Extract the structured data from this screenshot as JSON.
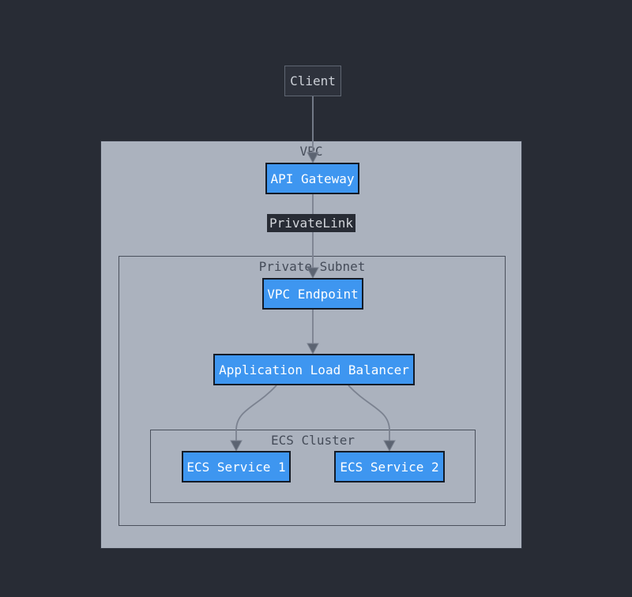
{
  "diagram": {
    "type": "architecture-flowchart",
    "containers": {
      "vpc": {
        "label": "VPC"
      },
      "private_subnet": {
        "label": "Private Subnet"
      },
      "ecs_cluster": {
        "label": "ECS Cluster"
      }
    },
    "nodes": {
      "client": {
        "label": "Client"
      },
      "api_gateway": {
        "label": "API Gateway"
      },
      "vpc_endpoint": {
        "label": "VPC Endpoint"
      },
      "alb": {
        "label": "Application Load Balancer"
      },
      "ecs_service_1": {
        "label": "ECS Service 1"
      },
      "ecs_service_2": {
        "label": "ECS Service 2"
      }
    },
    "edges": [
      {
        "from": "Client",
        "to": "API Gateway",
        "label": ""
      },
      {
        "from": "API Gateway",
        "to": "VPC Endpoint",
        "label": "PrivateLink"
      },
      {
        "from": "VPC Endpoint",
        "to": "Application Load Balancer",
        "label": ""
      },
      {
        "from": "Application Load Balancer",
        "to": "ECS Service 1",
        "label": ""
      },
      {
        "from": "Application Load Balancer",
        "to": "ECS Service 2",
        "label": ""
      }
    ]
  },
  "colors": {
    "background": "#282c35",
    "container_fill": "#abb2be",
    "container_border": "#4a505c",
    "service_fill": "#3e96f0",
    "service_border": "#141b26",
    "service_text": "#ffffff",
    "client_fill": "#2e323c",
    "client_border": "#5f6672",
    "client_text": "#ccd0d7",
    "cluster_label_text": "#454c59",
    "edge_line": "#7b8290",
    "edge_arrow": "#5c6472",
    "edge_label_bg": "#282c35",
    "edge_label_text": "#d3d6db"
  }
}
